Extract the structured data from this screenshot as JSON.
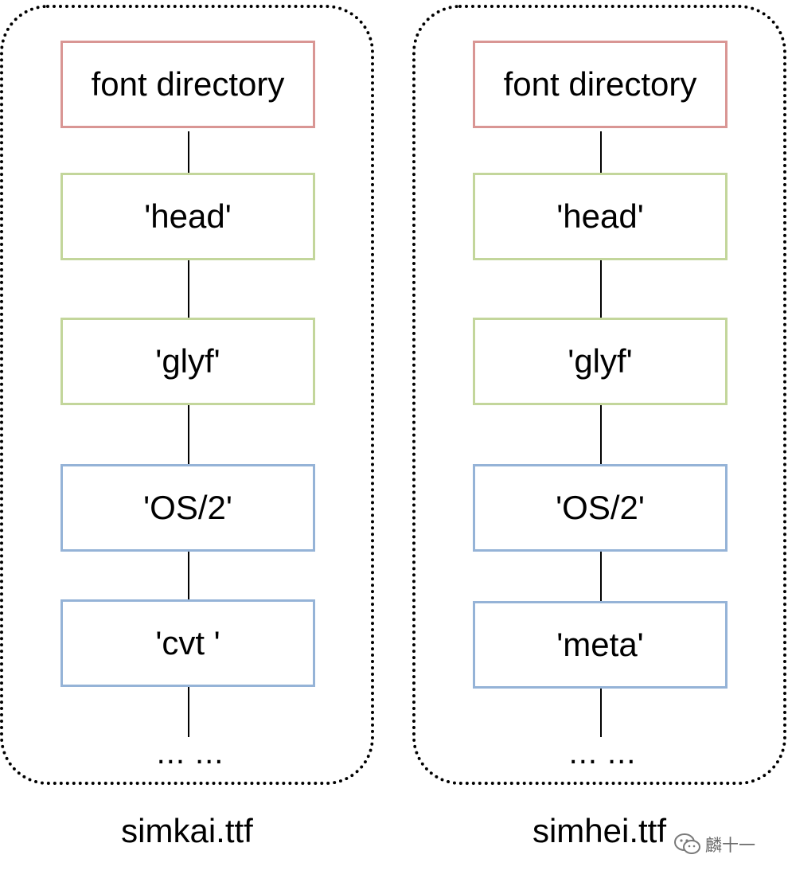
{
  "colors": {
    "font_directory_border": "#d99694",
    "required_table_border": "#c3d69b",
    "optional_table_border": "#95b3d7",
    "connector": "#000000",
    "container_border": "#000000"
  },
  "columns": [
    {
      "file_name": "simkai.ttf",
      "tables": [
        {
          "label": "font directory",
          "group": "directory"
        },
        {
          "label": "'head'",
          "group": "required"
        },
        {
          "label": "'glyf'",
          "group": "required"
        },
        {
          "label": "'OS/2'",
          "group": "optional"
        },
        {
          "label": "'cvt '",
          "group": "optional"
        }
      ],
      "more": "... ..."
    },
    {
      "file_name": "simhei.ttf",
      "tables": [
        {
          "label": "font directory",
          "group": "directory"
        },
        {
          "label": "'head'",
          "group": "required"
        },
        {
          "label": "'glyf'",
          "group": "required"
        },
        {
          "label": "'OS/2'",
          "group": "optional"
        },
        {
          "label": "'meta'",
          "group": "optional"
        }
      ],
      "more": "... ..."
    }
  ],
  "watermark": {
    "icon": "wechat-icon",
    "text": "麟十一"
  }
}
